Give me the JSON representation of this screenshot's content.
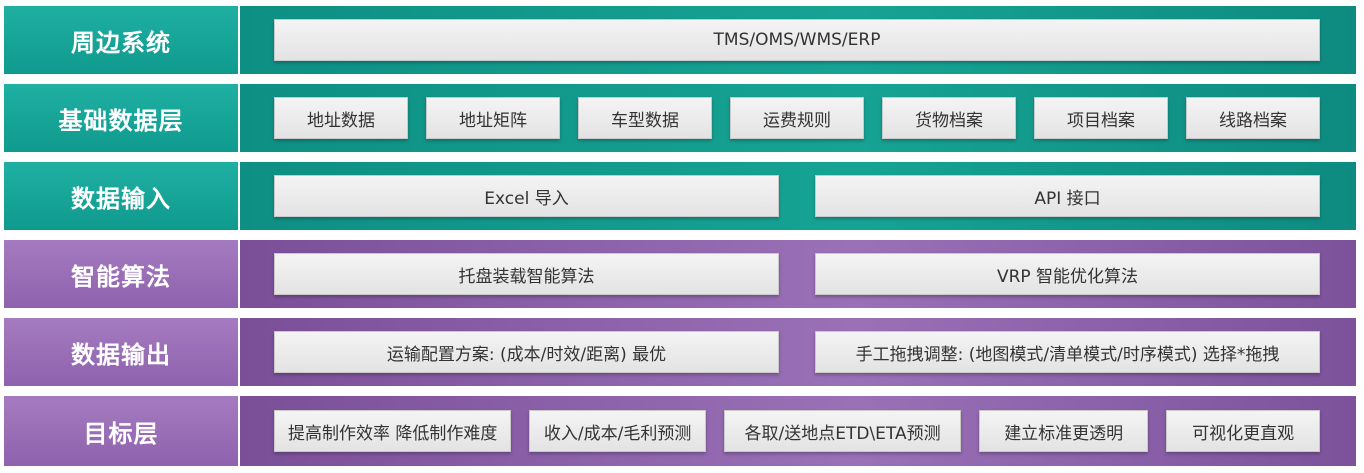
{
  "colors": {
    "teal": "#139f92",
    "purple": "#8a5fa9",
    "box": "#ececec",
    "text": "#333333"
  },
  "layers": [
    {
      "label": "周边系统",
      "items": [
        "TMS/OMS/WMS/ERP"
      ]
    },
    {
      "label": "基础数据层",
      "items": [
        "地址数据",
        "地址矩阵",
        "车型数据",
        "运费规则",
        "货物档案",
        "项目档案",
        "线路档案"
      ]
    },
    {
      "label": "数据输入",
      "items": [
        "Excel 导入",
        "API 接口"
      ]
    },
    {
      "label": "智能算法",
      "items": [
        "托盘装载智能算法",
        "VRP 智能优化算法"
      ]
    },
    {
      "label": "数据输出",
      "items": [
        "运输配置方案: (成本/时效/距离) 最优",
        "手工拖拽调整: (地图模式/清单模式/时序模式) 选择*拖拽"
      ]
    },
    {
      "label": "目标层",
      "items": [
        "提高制作效率 降低制作难度",
        "收入/成本/毛利预测",
        "各取/送地点ETD\\ETA预测",
        "建立标准更透明",
        "可视化更直观"
      ]
    }
  ]
}
